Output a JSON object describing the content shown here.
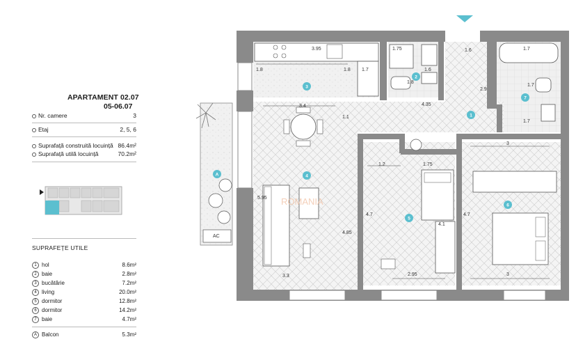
{
  "apartment": {
    "title": "APARTAMENT 02.07",
    "subtitle": "05-06.07"
  },
  "info": [
    {
      "label": "Nr. camere",
      "value": "3"
    },
    {
      "label": "Etaj",
      "value": "2, 5, 6"
    },
    {
      "label": "Suprafață construită locuință",
      "value": "86.4m²"
    },
    {
      "label": "Suprafață utilă locuință",
      "value": "70.2m²"
    }
  ],
  "areas_title": "SUPRAFEȚE UTILE",
  "rooms": [
    {
      "num": "1",
      "name": "hol",
      "area": "8.6m²"
    },
    {
      "num": "2",
      "name": "baie",
      "area": "2.8m²"
    },
    {
      "num": "3",
      "name": "bucătărie",
      "area": "7.2m²"
    },
    {
      "num": "4",
      "name": "living",
      "area": "20.0m²"
    },
    {
      "num": "5",
      "name": "dormitor",
      "area": "12.8m²"
    },
    {
      "num": "6",
      "name": "dormitor",
      "area": "14.2m²"
    },
    {
      "num": "7",
      "name": "baie",
      "area": "4.7m²"
    }
  ],
  "balcony": {
    "num": "A",
    "name": "Balcon",
    "area": "5.3m²"
  },
  "plan": {
    "watermark": "ROMANIA",
    "dimensions": {
      "kitchen_counter": "3.95",
      "kitchen_width": "1.8",
      "kitchen_depth": "1.8",
      "kitchen_side": "1.7",
      "bath2_width": "1.75",
      "bath2_inner": "1.6",
      "bath2_depth": "1.8",
      "hall_width": "1.6",
      "hall_depth": "2.9",
      "hall_len": "4.35",
      "hall_side": "1.1",
      "bath7_width": "1.7",
      "bath7_depth": "1.7",
      "bath7_tub": "1.7",
      "living_width": "3.4",
      "living_depth": "5.95",
      "living_bottom": "3.3",
      "living_inner": "4.85",
      "bed5_top": "1.2",
      "bed5_wardrobe": "1.75",
      "bed5_depth": "4.7",
      "bed5_inner": "4.1",
      "bed5_bottom": "2.95",
      "bed6_width": "3",
      "bed6_depth": "4.7",
      "bed6_bottom": "3",
      "balcony_note": "AC"
    },
    "room_markers": [
      "1",
      "2",
      "3",
      "4",
      "5",
      "6",
      "7",
      "A"
    ],
    "accent_color": "#5bbfcf",
    "wall_color": "#8a8a8a"
  }
}
